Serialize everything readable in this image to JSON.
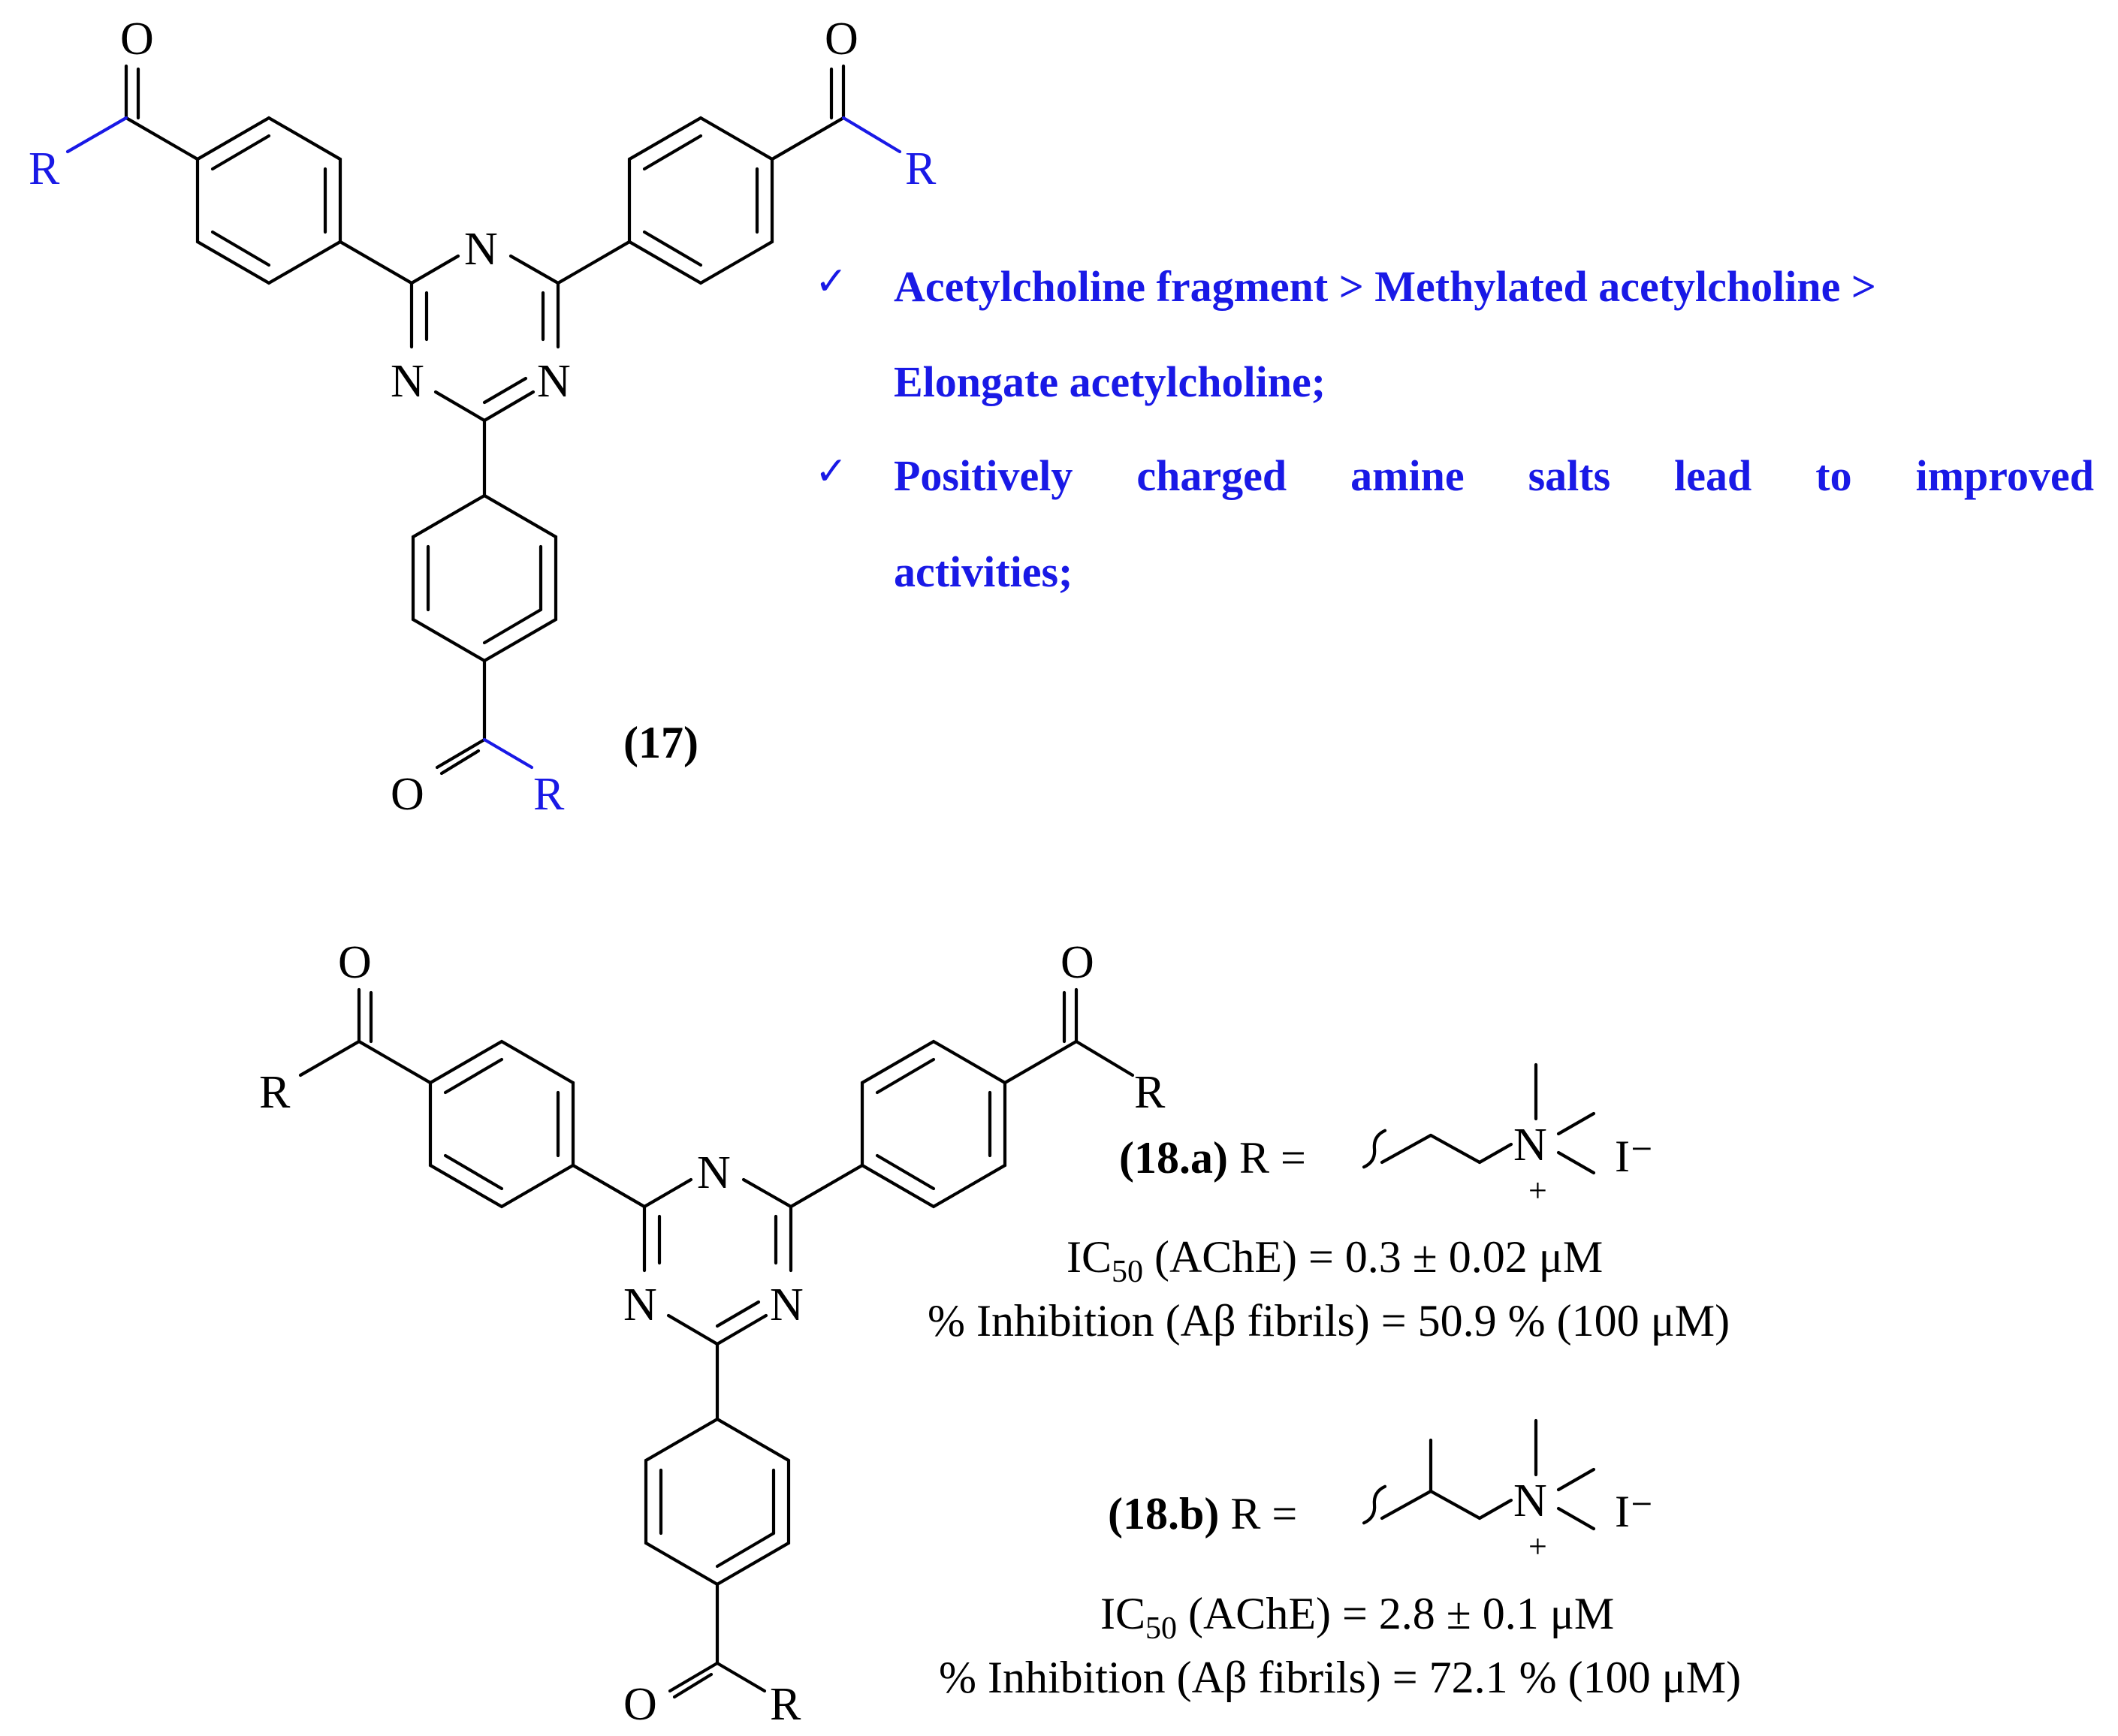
{
  "compound17": {
    "label": "(17)",
    "atom_R": "R",
    "atom_O": "O",
    "atom_N": "N"
  },
  "sar_notes": [
    {
      "check": "✓",
      "line1": "Acetylcholine fragment > Methylated acetylcholine >",
      "line2": "Elongate acetylcholine;"
    },
    {
      "check": "✓",
      "line1": "Positively charged amine salts lead to improved",
      "line2": "activities;"
    }
  ],
  "compound18": {
    "atom_R": "R",
    "atom_O": "O",
    "atom_N": "N",
    "a": {
      "label": "(18.a)",
      "r_eq": "R =",
      "n_plus": "N",
      "charge": "+",
      "counterion": "I⁻",
      "ic50_pre": "IC",
      "ic50_sub": "50",
      "ic50_rest": " (AChE) = 0.3 ± 0.02 μM",
      "inhibition": "% Inhibition (Aβ fibrils) = 50.9 % (100 μM)"
    },
    "b": {
      "label": "(18.b)",
      "r_eq": "R =",
      "n_plus": "N",
      "charge": "+",
      "counterion": "I⁻",
      "ic50_pre": "IC",
      "ic50_sub": "50",
      "ic50_rest": " (AChE) = 2.8 ± 0.1 μM",
      "inhibition": "% Inhibition (Aβ fibrils) = 72.1 % (100 μM)"
    }
  }
}
